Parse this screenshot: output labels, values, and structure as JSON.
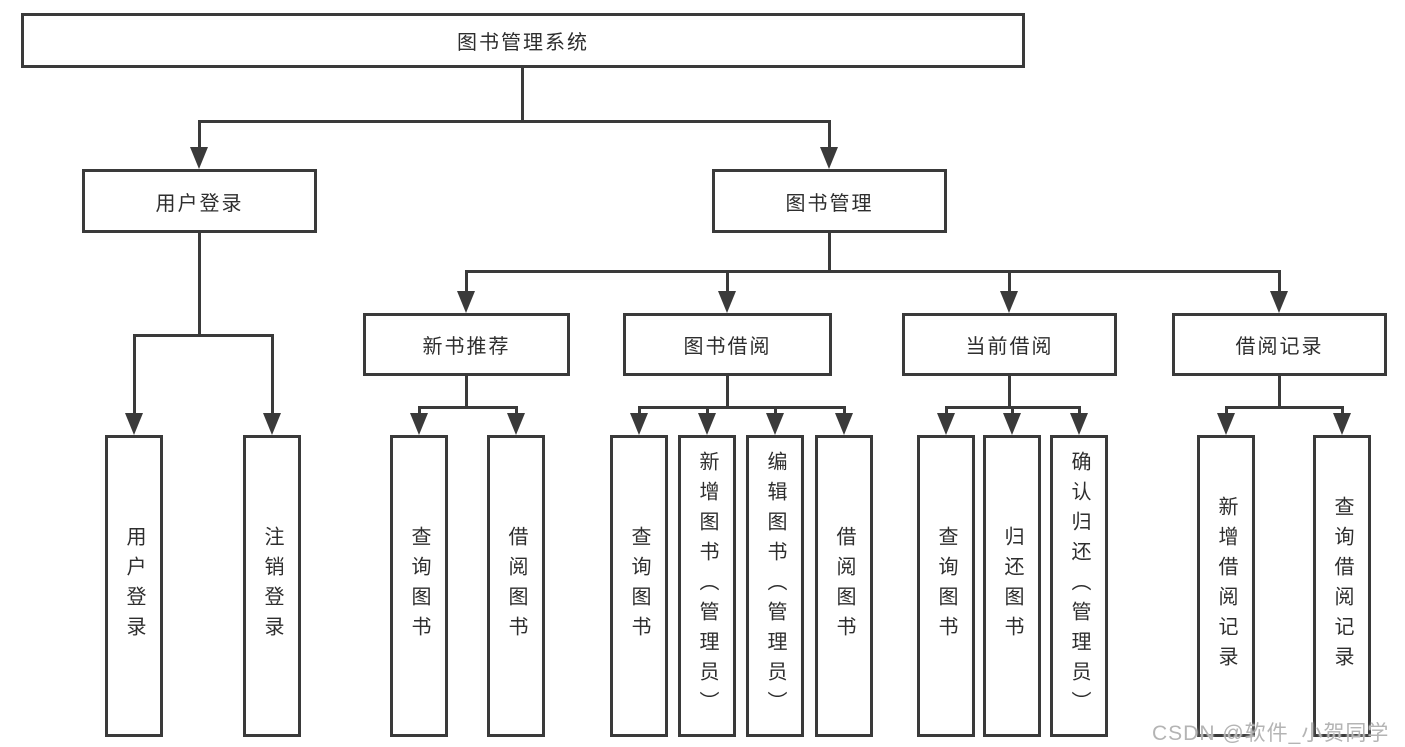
{
  "colors": {
    "line": "#3a3a3a",
    "box_border": "#3a3a3a",
    "box_background": "#ffffff",
    "text": "#2e2e2e",
    "watermark_text": "#b4b4b4",
    "page_background": "#ffffff"
  },
  "watermark": {
    "text": "CSDN @软件_小贺同学"
  },
  "tree": {
    "root": {
      "label": "图书管理系统"
    },
    "branches": [
      {
        "label": "用户登录",
        "children": [
          {
            "label": "用户登录"
          },
          {
            "label": "注销登录"
          }
        ]
      },
      {
        "label": "图书管理",
        "children": [
          {
            "label": "新书推荐",
            "children": [
              {
                "label": "查询图书"
              },
              {
                "label": "借阅图书"
              }
            ]
          },
          {
            "label": "图书借阅",
            "children": [
              {
                "label": "查询图书"
              },
              {
                "label": "新增图书（管理员）"
              },
              {
                "label": "编辑图书（管理员）"
              },
              {
                "label": "借阅图书"
              }
            ]
          },
          {
            "label": "当前借阅",
            "children": [
              {
                "label": "查询图书"
              },
              {
                "label": "归还图书"
              },
              {
                "label": "确认归还（管理员）"
              }
            ]
          },
          {
            "label": "借阅记录",
            "children": [
              {
                "label": "新增借阅记录"
              },
              {
                "label": "查询借阅记录"
              }
            ]
          }
        ]
      }
    ]
  }
}
